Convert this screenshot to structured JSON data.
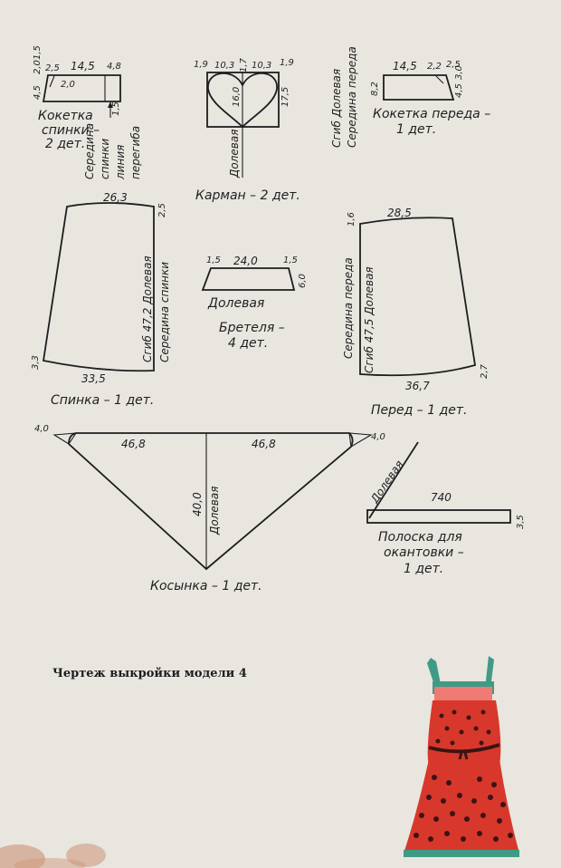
{
  "pattern": {
    "back_yoke": {
      "dims": [
        "2,5",
        "14,5",
        "4,8",
        "4,5",
        "2,0",
        "1,5",
        "2,0",
        "1,5"
      ],
      "caption_lines": [
        "Кокетка",
        "спинки –",
        "2 дет."
      ],
      "side_labels": [
        "Середина",
        "спинки",
        "линия",
        "перегиба"
      ]
    },
    "pocket": {
      "dims": [
        "1,9",
        "10,3",
        "1,7",
        "10,3",
        "1,9",
        "16,0",
        "17,5"
      ],
      "grain": "Долевая",
      "caption": "Карман – 2 дет."
    },
    "front_yoke": {
      "side_labels": [
        "Сгиб  Долевая",
        "Середина переда"
      ],
      "dims": [
        "14,5",
        "2,2",
        "2,5",
        "8,2",
        "4,5",
        "3,0"
      ],
      "caption_lines": [
        "Кокетка переда –",
        "1 дет."
      ]
    },
    "back": {
      "dims": [
        "26,3",
        "2,5",
        "3,3",
        "33,5"
      ],
      "side_labels": [
        "Сгиб   47,2  Долевая",
        "Середина спинки"
      ],
      "caption": "Спинка – 1 дет."
    },
    "strap": {
      "dims": [
        "1,5",
        "24,0",
        "1,5",
        "6,0"
      ],
      "grain": "Долевая",
      "caption_lines": [
        "Бретеля –",
        "4 дет."
      ]
    },
    "front": {
      "dims": [
        "1,6",
        "28,5",
        "36,7",
        "2,7"
      ],
      "side_labels": [
        "Середина переда",
        "Сгиб   47,5  Долевая"
      ],
      "caption": "Перед – 1 дет."
    },
    "kerchief": {
      "dims": [
        "4,0",
        "46,8",
        "46,8",
        "4,0",
        "40,0"
      ],
      "grain": "Долевая",
      "caption": "Косынка – 1 дет."
    },
    "binding": {
      "grain": "Долевая",
      "dims": [
        "740",
        "3,5"
      ],
      "caption_lines": [
        "Полоска  для",
        "окантовки –",
        "1 дет."
      ]
    }
  },
  "title": "Чертеж  выкройки  модели  4",
  "colors": {
    "paper": "#e9e6df",
    "ink": "#1d1d20",
    "dress_red": "#d8382c",
    "dress_dots": "#3a1414",
    "strap_green": "#3f9a86",
    "shirring_pink": "#f07a74"
  }
}
